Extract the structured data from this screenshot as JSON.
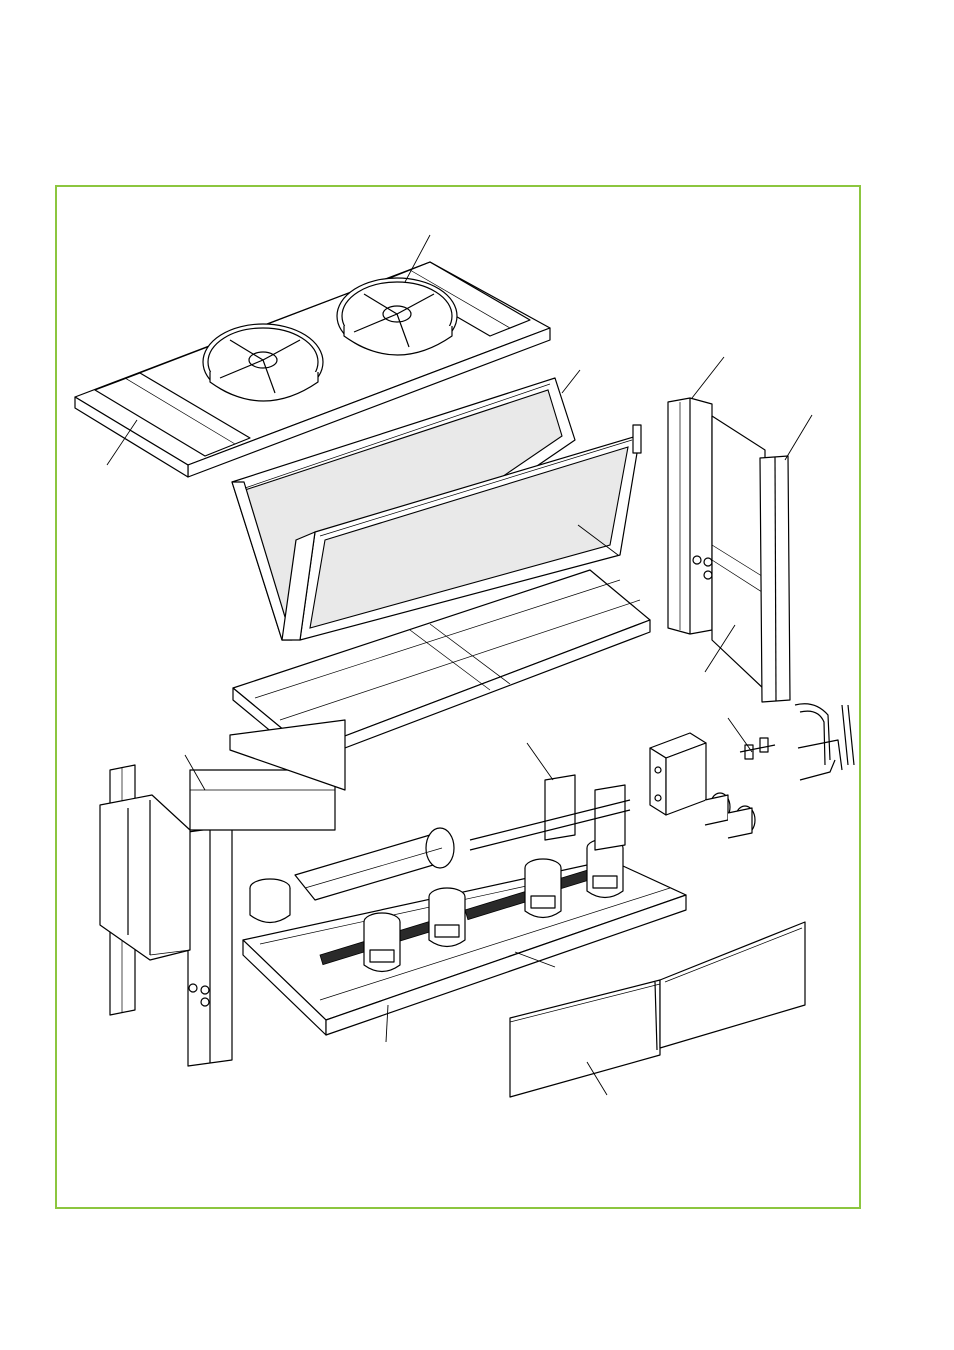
{
  "figure": {
    "frame_color": "#8cc63f",
    "parts": [
      "top-panel-with-fans",
      "condenser-coils",
      "right-corner-post",
      "right-side-panel",
      "base-channel",
      "left-frame-with-electrical-box",
      "compressor-base-assembly",
      "plate-heat-exchanger",
      "filter-driers",
      "piping-kit",
      "valves",
      "front-panels"
    ]
  }
}
